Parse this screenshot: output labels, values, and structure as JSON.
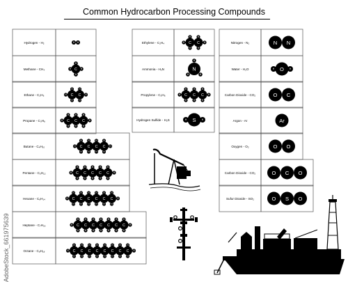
{
  "title": "Common Hydrocarbon Processing Compounds",
  "watermark": "AdobeStock_661975639",
  "colors": {
    "atom": "#000000",
    "atom_text": "#ffffff",
    "border": "#555555"
  },
  "compounds": [
    {
      "id": "hydrogen",
      "label": "Hydrogen - H₂",
      "atoms": [
        "H",
        "H"
      ],
      "style": "small"
    },
    {
      "id": "methane",
      "label": "Methane - CH₄",
      "atoms": [
        "C",
        "H",
        "H",
        "H",
        "H"
      ],
      "style": "cross"
    },
    {
      "id": "ethane",
      "label": "Ethane - C₂H₆",
      "atoms": [
        "H",
        "C",
        "C",
        "H"
      ],
      "style": "chain"
    },
    {
      "id": "propane",
      "label": "Propane - C₃H₈",
      "atoms": [
        "H",
        "C",
        "C",
        "C",
        "H"
      ],
      "style": "chain"
    },
    {
      "id": "butane",
      "label": "Butane - C₄H₁₀",
      "atoms": [
        "H",
        "C",
        "C",
        "C",
        "C",
        "H"
      ],
      "style": "chain"
    },
    {
      "id": "pentane",
      "label": "Pentane - C₅H₁₂",
      "atoms": [
        "H",
        "C",
        "C",
        "C",
        "C",
        "C",
        "H"
      ],
      "style": "chain"
    },
    {
      "id": "hexane",
      "label": "Hexane - C₆H₁₄",
      "atoms": [
        "H",
        "C",
        "C",
        "C",
        "C",
        "C",
        "C",
        "H"
      ],
      "style": "chain"
    },
    {
      "id": "heptane",
      "label": "Heptane - C₇H₁₆",
      "atoms": [
        "H",
        "C",
        "C",
        "C",
        "C",
        "C",
        "C",
        "C",
        "H"
      ],
      "style": "chain"
    },
    {
      "id": "octane",
      "label": "Octane - C₈H₁₈",
      "atoms": [
        "H",
        "C",
        "C",
        "C",
        "C",
        "C",
        "C",
        "C",
        "C",
        "H"
      ],
      "style": "chain"
    },
    {
      "id": "ethylene",
      "label": "Ethylene - C₂H₄",
      "atoms": [
        "C",
        "C"
      ],
      "style": "chain-bigger"
    },
    {
      "id": "ammonia",
      "label": "Ammonia - H₃N",
      "atoms": [
        "N"
      ],
      "style": "single-h"
    },
    {
      "id": "propylene",
      "label": "Propylene - C₃H₆",
      "atoms": [
        "C",
        "C",
        "C"
      ],
      "style": "chain-bigger"
    },
    {
      "id": "hydrogen-sulfide",
      "label": "Hydrogen Sulfide - H₂S",
      "atoms": [
        "H",
        "S",
        "H"
      ],
      "style": "big-center"
    },
    {
      "id": "nitrogen",
      "label": "Nitrogen - N₂",
      "atoms": [
        "N",
        "N"
      ],
      "style": "big"
    },
    {
      "id": "water",
      "label": "Water - H₂O",
      "atoms": [
        "H",
        "O",
        "H"
      ],
      "style": "big-center"
    },
    {
      "id": "carbon-dioxide",
      "label": "Carbon Dioxide - CO₂",
      "atoms": [
        "O",
        "C"
      ],
      "style": "big"
    },
    {
      "id": "argon",
      "label": "Argon - Ar",
      "atoms": [
        "Ar"
      ],
      "style": "big"
    },
    {
      "id": "oxygen",
      "label": "Oxygen - O₂",
      "atoms": [
        "O",
        "O"
      ],
      "style": "big"
    },
    {
      "id": "carbon-dioxide-2",
      "label": "Carbon Dioxide - CO₂",
      "atoms": [
        "O",
        "C",
        "O"
      ],
      "style": "big"
    },
    {
      "id": "sulfur-dioxide",
      "label": "Sufur Dioxide - SO₂",
      "atoms": [
        "O",
        "S",
        "O"
      ],
      "style": "big"
    }
  ],
  "illustrations": [
    "pumpjack-icon",
    "wellhead-icon",
    "offshore-rig-icon"
  ]
}
